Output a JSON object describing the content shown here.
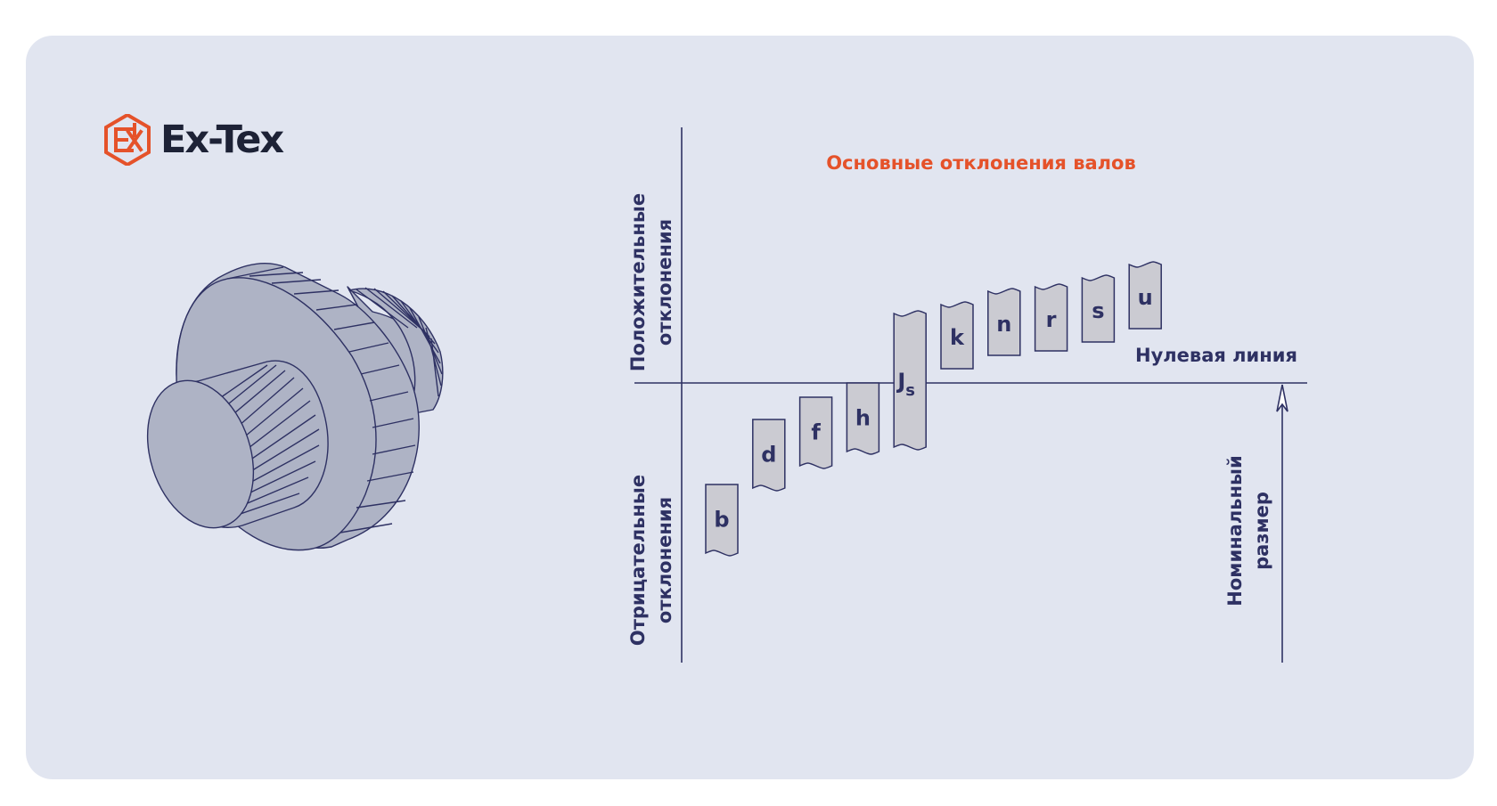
{
  "brand": {
    "name": "Ex-Tex",
    "accent_color": "#e5522a",
    "text_color": "#1d2236"
  },
  "diagram": {
    "title": "Основные отклонения валов",
    "zero_line_label": "Нулевая линия",
    "positive_label": [
      "Положительные",
      "отклонения"
    ],
    "negative_label": [
      "Отрицательные",
      "отклонения"
    ],
    "nominal_label": [
      "Номинальный",
      "размер"
    ],
    "tolerance_fields": [
      {
        "letter": "b",
        "subscript": "",
        "top": -1.14,
        "bottom": -1.91
      },
      {
        "letter": "d",
        "subscript": "",
        "top": -0.41,
        "bottom": -1.18
      },
      {
        "letter": "f",
        "subscript": "",
        "top": -0.16,
        "bottom": -0.93
      },
      {
        "letter": "h",
        "subscript": "",
        "top": 0.0,
        "bottom": -0.77
      },
      {
        "letter": "J",
        "subscript": "s",
        "top": 0.78,
        "bottom": -0.72
      },
      {
        "letter": "k",
        "subscript": "",
        "top": 0.88,
        "bottom": 0.16
      },
      {
        "letter": "n",
        "subscript": "",
        "top": 1.03,
        "bottom": 0.31
      },
      {
        "letter": "r",
        "subscript": "",
        "top": 1.08,
        "bottom": 0.36
      },
      {
        "letter": "s",
        "subscript": "",
        "top": 1.18,
        "bottom": 0.46
      },
      {
        "letter": "u",
        "subscript": "",
        "top": 1.33,
        "bottom": 0.61
      }
    ],
    "colors": {
      "bar_fill": "#cbcbd2",
      "line": "#2e3163",
      "shaft_fill": "#aeb3c5"
    }
  }
}
